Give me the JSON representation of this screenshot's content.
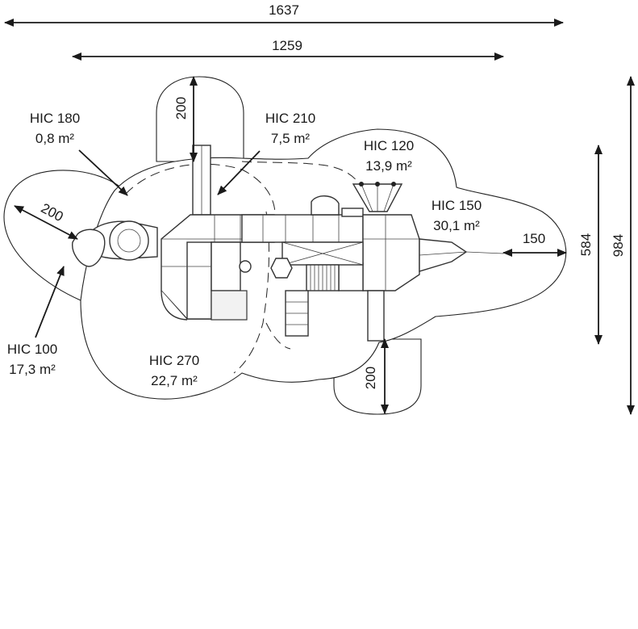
{
  "dimensions": {
    "total_width": "1637",
    "inner_width": "1259",
    "total_height": "984",
    "inner_height": "584",
    "top_extension": "200",
    "left_extension": "200",
    "bottom_extension": "200",
    "right_extension": "150"
  },
  "zones": [
    {
      "code": "HIC 180",
      "area": "0,8 m²"
    },
    {
      "code": "HIC 210",
      "area": "7,5 m²"
    },
    {
      "code": "HIC 120",
      "area": "13,9 m²"
    },
    {
      "code": "HIC 150",
      "area": "30,1 m²"
    },
    {
      "code": "HIC 100",
      "area": "17,3 m²"
    },
    {
      "code": "HIC 270",
      "area": "22,7 m²"
    }
  ],
  "colors": {
    "line": "#1a1a1a",
    "background": "#ffffff"
  }
}
